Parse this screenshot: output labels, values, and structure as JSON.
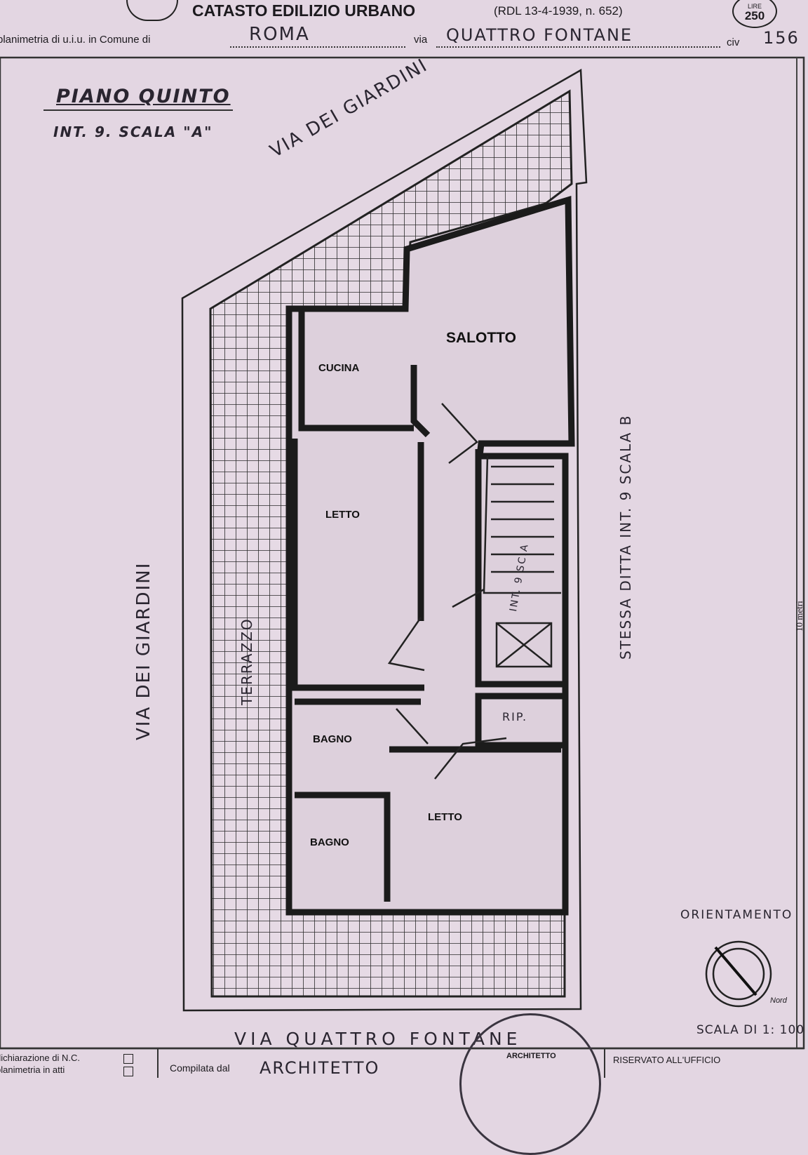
{
  "header": {
    "title": "CATASTO EDILIZIO URBANO",
    "decree": "(RDL 13-4-1939, n. 652)",
    "lire_label": "LIRE",
    "lire_value": "250",
    "planimetria_label": "planimetria di u.i.u. in Comune di",
    "comune": "ROMA",
    "via_label": "via",
    "via": "QUATTRO FONTANE",
    "civ_label": "civ",
    "civ": "156"
  },
  "floor": {
    "title": "PIANO QUINTO",
    "subtitle": "INT. 9. SCALA \"A\""
  },
  "streets": {
    "north": "VIA DEI GIARDINI",
    "west": "VIA DEI GIARDINI",
    "south": "VIA QUATTRO FONTANE"
  },
  "rooms": {
    "salotto": "SALOTTO",
    "cucina": "CUCINA",
    "letto1": "LETTO",
    "bagno1": "BAGNO",
    "bagno2": "BAGNO",
    "letto2": "LETTO",
    "rip": "RIP.",
    "terrazzo": "TERRAZZO",
    "stair": "INT. 9 SC.A"
  },
  "side_notes": {
    "east": "STESSA DITTA INT. 9 SCALA B",
    "scale_bar": "10 metri"
  },
  "orientation": {
    "label": "ORIENTAMENTO",
    "north_mark": "Nord"
  },
  "scale": "SCALA DI 1: 100",
  "footer": {
    "dichiarazione": "dichiarazione di N.C.",
    "planimetria": "planimetria in atti",
    "compilata_label": "Compilata dal",
    "compilata_value": "ARCHITETTO",
    "stamp": "ARCHITETTO",
    "riservato": "RISERVATO ALL'UFFICIO"
  }
}
